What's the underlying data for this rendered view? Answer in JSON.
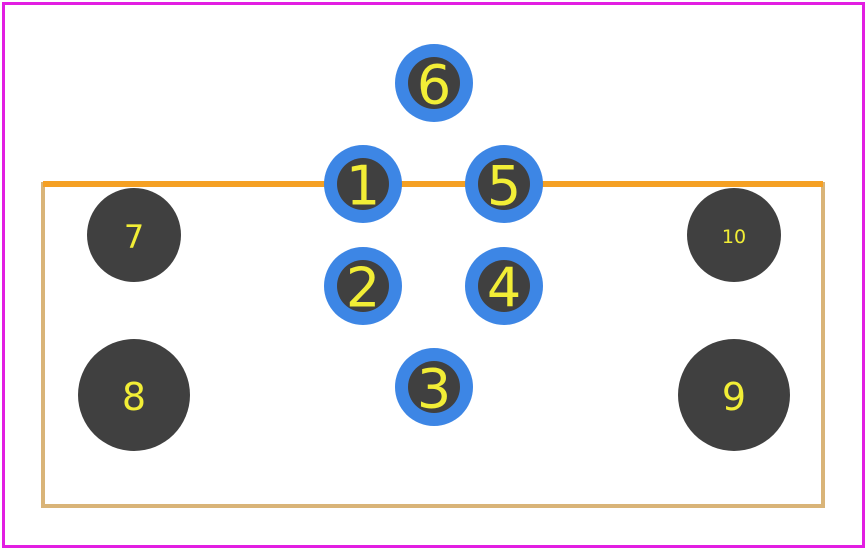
{
  "colors": {
    "boundary": "#e21ee2",
    "silk_top": "#f5a023",
    "silk_outline": "#d9b478",
    "pad_ring": "#3d86e5",
    "pad_fill": "#404040",
    "label": "#f2ee36",
    "background": "#ffffff"
  },
  "pads": [
    {
      "label": "1",
      "type": "plated"
    },
    {
      "label": "2",
      "type": "plated"
    },
    {
      "label": "3",
      "type": "plated"
    },
    {
      "label": "4",
      "type": "plated"
    },
    {
      "label": "5",
      "type": "plated"
    },
    {
      "label": "6",
      "type": "plated"
    },
    {
      "label": "7",
      "type": "mounting"
    },
    {
      "label": "8",
      "type": "mounting"
    },
    {
      "label": "9",
      "type": "mounting"
    },
    {
      "label": "10",
      "type": "mounting"
    }
  ]
}
